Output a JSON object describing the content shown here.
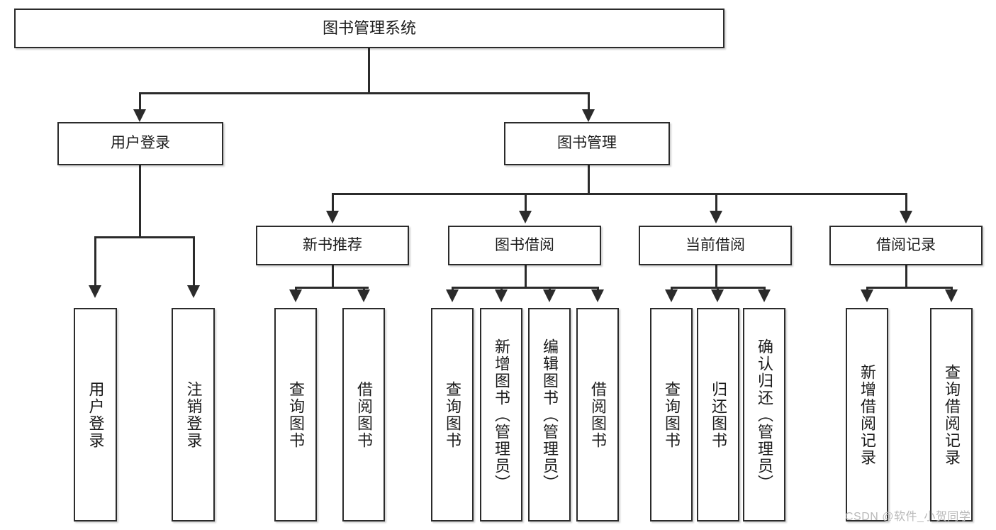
{
  "diagram": {
    "type": "tree-hierarchy",
    "title": "图书管理系统",
    "root": {
      "id": "root",
      "label": "图书管理系统",
      "orientation": "horizontal"
    },
    "level1": [
      {
        "id": "user-login",
        "label": "用户登录",
        "orientation": "horizontal"
      },
      {
        "id": "book-management",
        "label": "图书管理",
        "orientation": "horizontal"
      }
    ],
    "level2": [
      {
        "id": "new-book-recommend",
        "label": "新书推荐",
        "orientation": "horizontal",
        "parent": "book-management"
      },
      {
        "id": "book-borrow",
        "label": "图书借阅",
        "orientation": "horizontal",
        "parent": "book-management"
      },
      {
        "id": "current-borrow",
        "label": "当前借阅",
        "orientation": "horizontal",
        "parent": "book-management"
      },
      {
        "id": "borrow-record",
        "label": "借阅记录",
        "orientation": "horizontal",
        "parent": "book-management"
      }
    ],
    "leaves": [
      {
        "id": "leaf-user-login",
        "label": "用户登录",
        "parent": "user-login"
      },
      {
        "id": "leaf-logout-login",
        "label": "注销登录",
        "parent": "user-login"
      },
      {
        "id": "leaf-query-book-1",
        "label": "查询图书",
        "parent": "new-book-recommend"
      },
      {
        "id": "leaf-borrow-book-1",
        "label": "借阅图书",
        "parent": "new-book-recommend"
      },
      {
        "id": "leaf-query-book-2",
        "label": "查询图书",
        "parent": "book-borrow"
      },
      {
        "id": "leaf-add-book",
        "label": "新增图书（管理员）",
        "parent": "book-borrow"
      },
      {
        "id": "leaf-edit-book",
        "label": "编辑图书（管理员）",
        "parent": "book-borrow"
      },
      {
        "id": "leaf-borrow-book-2",
        "label": "借阅图书",
        "parent": "book-borrow"
      },
      {
        "id": "leaf-query-book-3",
        "label": "查询图书",
        "parent": "current-borrow"
      },
      {
        "id": "leaf-return-book",
        "label": "归还图书",
        "parent": "current-borrow"
      },
      {
        "id": "leaf-confirm-return",
        "label": "确认归还（管理员）",
        "parent": "current-borrow"
      },
      {
        "id": "leaf-add-record",
        "label": "新增借阅记录",
        "parent": "borrow-record"
      },
      {
        "id": "leaf-query-record",
        "label": "查询借阅记录",
        "parent": "borrow-record"
      }
    ]
  },
  "watermark": {
    "text": "CSDN @软件_小贺同学"
  },
  "colors": {
    "stroke": "#2b2b2b",
    "fill": "#ffffff",
    "text": "#1b1b1b",
    "watermark": "#b9b9b9"
  }
}
